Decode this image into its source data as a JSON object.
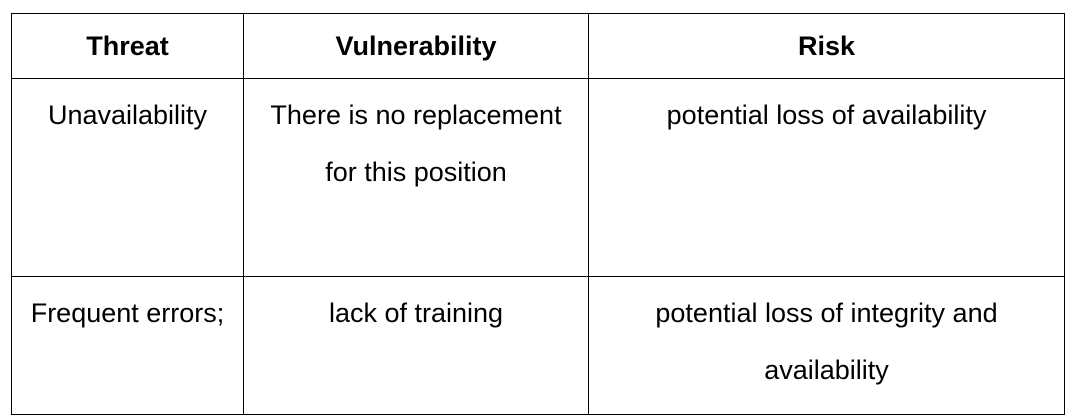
{
  "table": {
    "headers": [
      "Threat",
      "Vulnerability",
      "Risk"
    ],
    "rows": [
      {
        "threat": "Unavailability",
        "vulnerability": "There is no replacement for this position",
        "risk": "potential loss of availability"
      },
      {
        "threat": "Frequent errors;",
        "vulnerability": "lack of training",
        "risk": "potential loss of integrity and availability"
      }
    ]
  }
}
